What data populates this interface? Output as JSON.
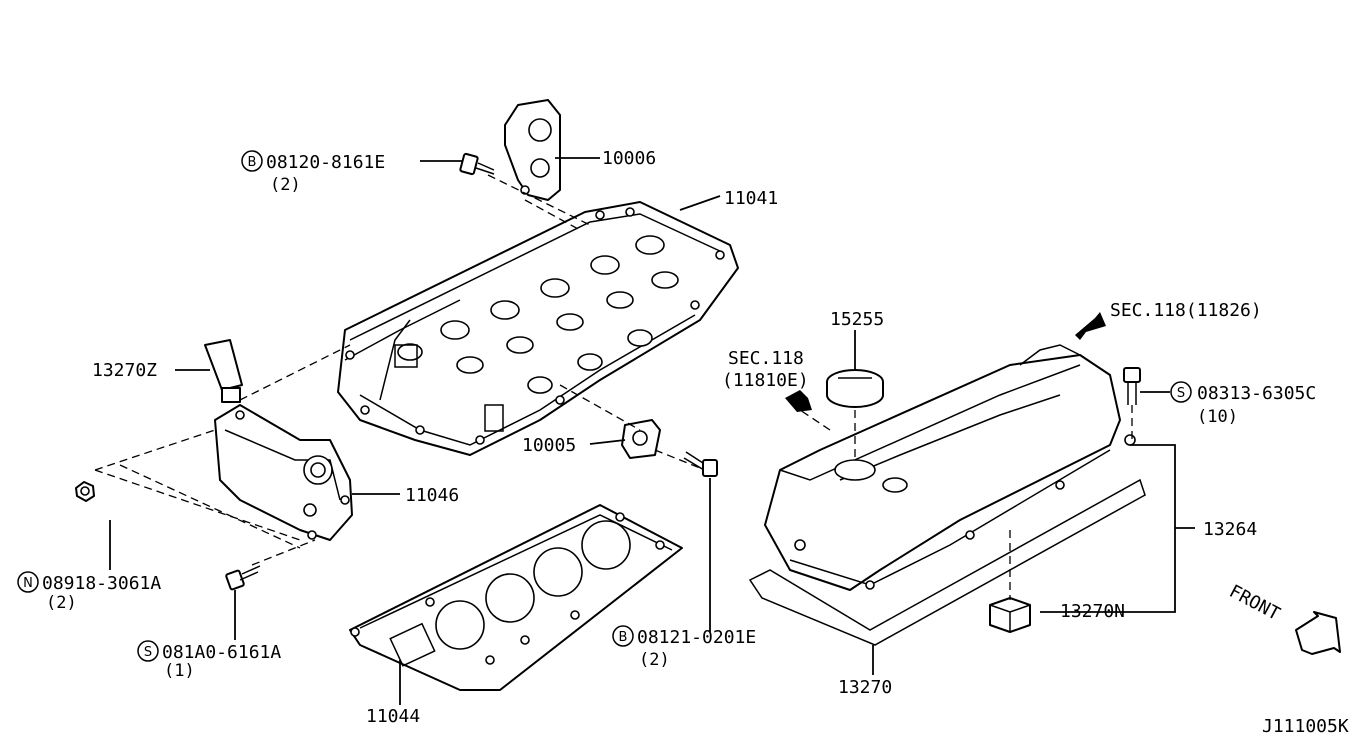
{
  "diagram_id": "J111005K",
  "parts": {
    "p10006": "10006",
    "p11041": "11041",
    "p13270Z": "13270Z",
    "p10005": "10005",
    "p11046": "11046",
    "p11044": "11044",
    "p15255": "15255",
    "p13264": "13264",
    "p13270N": "13270N",
    "p13270": "13270"
  },
  "fasteners": {
    "f1": {
      "prefix": "B",
      "code": "08120-8161E",
      "qty": "(2)"
    },
    "f2": {
      "prefix": "N",
      "code": "08918-3061A",
      "qty": "(2)"
    },
    "f3": {
      "prefix": "S",
      "code": "081A0-6161A",
      "qty": "(1)"
    },
    "f4": {
      "prefix": "B",
      "code": "08121-0201E",
      "qty": "(2)"
    },
    "f5": {
      "prefix": "S",
      "code": "08313-6305C",
      "qty": "(10)"
    }
  },
  "refs": {
    "sec_a_line1": "SEC.118",
    "sec_a_line2": "(11810E)",
    "sec_b": "SEC.118(11826)"
  },
  "front_label": "FRONT"
}
